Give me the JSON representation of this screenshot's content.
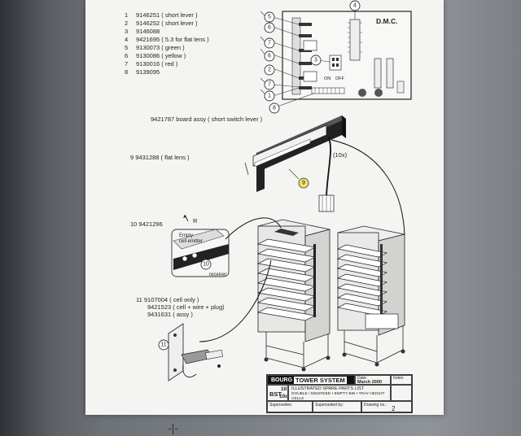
{
  "parts_list": [
    {
      "num": "1",
      "text": "9146251 ( short lever )"
    },
    {
      "num": "2",
      "text": "9146252 ( short lever )"
    },
    {
      "num": "3",
      "text": "9146088"
    },
    {
      "num": "4",
      "text": "9421695 ( 5.3 for flat lens )"
    },
    {
      "num": "5",
      "text": "9130073 ( green )"
    },
    {
      "num": "6",
      "text": "9130086 ( yellow )"
    },
    {
      "num": "7",
      "text": "9130016 ( red )"
    },
    {
      "num": "8",
      "text": "9139095"
    }
  ],
  "board": {
    "label": "D.M.C.",
    "switch_on": "ON",
    "switch_off": "OFF",
    "assy_caption": "9421787 board assy  ( short switch lever )",
    "callouts": [
      "5",
      "6",
      "7",
      "6",
      "2",
      "7",
      "8",
      "1",
      "3",
      "4"
    ]
  },
  "items": {
    "item9_text": "9   9431288 ( flat lens )",
    "item9_callout": "9",
    "cable_qty": "(10x)",
    "item10_text": "10  9421296",
    "item10_callout": "10",
    "direction_r": "R",
    "empty_cell_emitter": "Empty\ncell emitter",
    "receiver": "receiver",
    "item11_line1": "11  9107004 ( cell only )",
    "item11_line2": "9421523 ( cell + wire + plug)",
    "item11_line3": "9431631 ( assy )",
    "item11_callout": "11"
  },
  "title_block": {
    "brand_left": "BOURG",
    "brand_right": "TOWER SYSTEM",
    "date_label": "Date:",
    "date_value": "March 2000",
    "index_label": "Index",
    "doc_title": "ILLUSTRATED SPARE PARTS LIST",
    "code_prefix": "BST",
    "code_top": "10",
    "code_bottom": "10d",
    "description": "DOUBLE / MISSFEED • EMPTY BIN • TRAY HEIGHT CELLS",
    "supersedes_label": "Supersedes:",
    "superseded_by_label": "Superseded by:",
    "drawing_no_label": "Drawing no.:",
    "drawing_no_value": "2"
  }
}
